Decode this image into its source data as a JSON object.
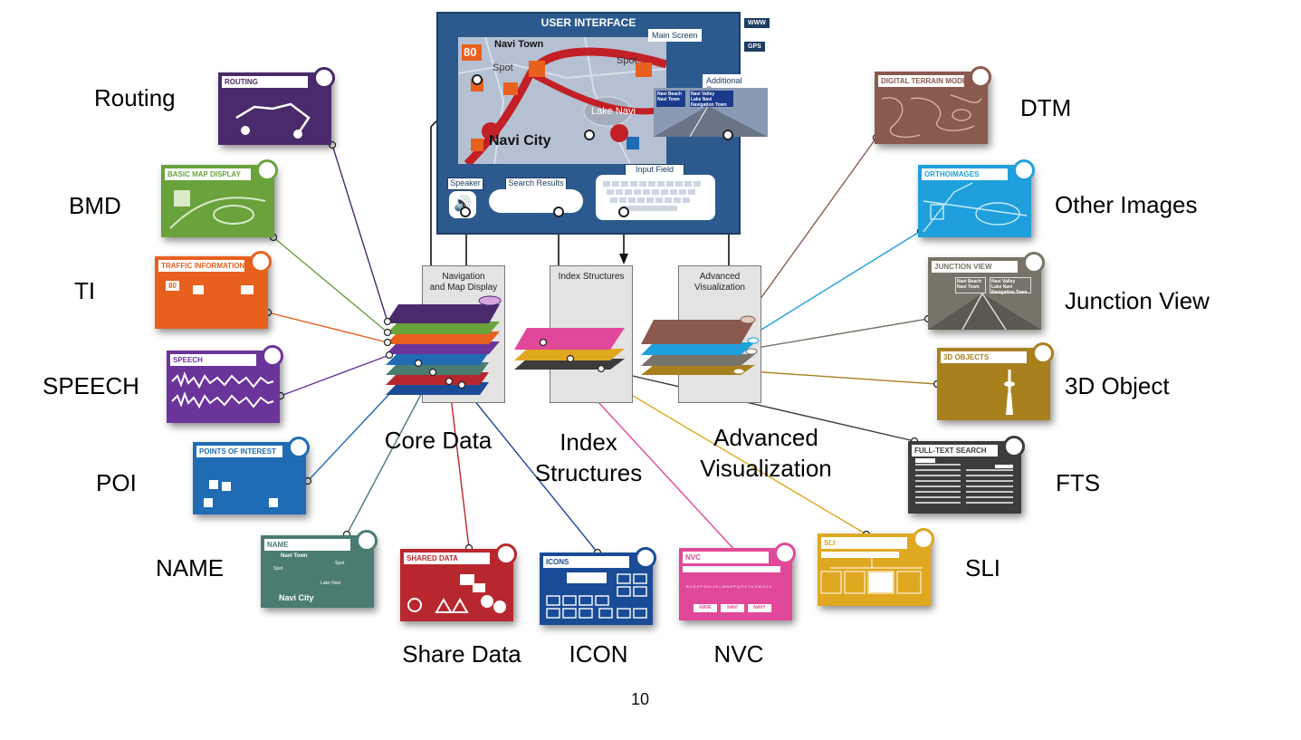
{
  "ui": {
    "title": "USER INTERFACE",
    "www": "WWW",
    "gps": "GPS",
    "main_screen": "Main Screen",
    "additional_screen": "Additional Screen",
    "speaker": "Speaker",
    "search_results": "Search Results",
    "input_field": "Input Field",
    "map": {
      "town": "Navi Town",
      "city": "Navi City",
      "lake": "Lake Navi",
      "spot1": "Spot",
      "spot2": "Spot",
      "speed": "80",
      "sign1a": "Navi Beach",
      "sign1b": "Navi Town",
      "sign2a": "Navi Valley",
      "sign2b": "Lake Navi",
      "sign2c": "Navigation Town"
    }
  },
  "columns": {
    "nav": "Navigation\nand Map Display",
    "index": "Index Structures",
    "adv": "Advanced\nVisualization"
  },
  "groups": {
    "core": "Core Data",
    "index": "Index\nStructures",
    "adv": "Advanced\nVisualization"
  },
  "cards": {
    "routing": "ROUTING",
    "bmd": "BASIC MAP DISPLAY",
    "ti": "TRAFFIC INFORMATION",
    "speech": "SPEECH",
    "poi": "POINTS OF INTEREST",
    "name": "NAME",
    "shared": "SHARED DATA",
    "icons": "ICONS",
    "nvc": "NVC",
    "sli": "SLI",
    "fts": "FULL-TEXT SEARCH",
    "obj3d": "3D OBJECTS",
    "junction": "JUNCTION VIEW",
    "ortho": "ORTHOIMAGES",
    "dtm": "DIGITAL TERRAIN MODEL",
    "ti_speed": "80",
    "name_town": "Navi Town",
    "name_spot": "Spot",
    "name_lake": "Lake Navi",
    "name_city": "Navi City",
    "name_sign": "Name",
    "nvc_row": "B C D E F G H I J K L M N O P Q R S T U V W X Y Z",
    "nvc_b1": "NAVE",
    "nvc_b2": "NAVI",
    "nvc_b3": "NAVY",
    "jv_sign1a": "Navi Beach",
    "jv_sign1b": "Navi Town",
    "jv_sign2a": "Navi Valley",
    "jv_sign2b": "Lake Navi",
    "jv_sign2c": "Navigation Town"
  },
  "labels": {
    "routing": "Routing",
    "bmd": "BMD",
    "ti": "TI",
    "speech": "SPEECH",
    "poi": "POI",
    "name": "NAME",
    "share": "Share Data",
    "icon": "ICON",
    "nvc": "NVC",
    "sli": "SLI",
    "fts": "FTS",
    "obj3d": "3D Object",
    "junction": "Junction View",
    "other": "Other Images",
    "dtm": "DTM"
  },
  "page_number": "10",
  "colors": {
    "routing": "#4a2a6a",
    "bmd": "#6aa23c",
    "ti": "#e8601e",
    "speech": "#6a349a",
    "poi": "#1f6cb4",
    "name": "#4a7c72",
    "shared": "#b8272e",
    "icons": "#1a4b96",
    "nvc": "#e2489a",
    "sli": "#e0a820",
    "fts": "#3c3c3c",
    "obj3d": "#a8801e",
    "junction": "#787368",
    "ortho": "#1fa0dc",
    "dtm": "#8a5a4e",
    "ui_panel": "#2d5a8e"
  }
}
